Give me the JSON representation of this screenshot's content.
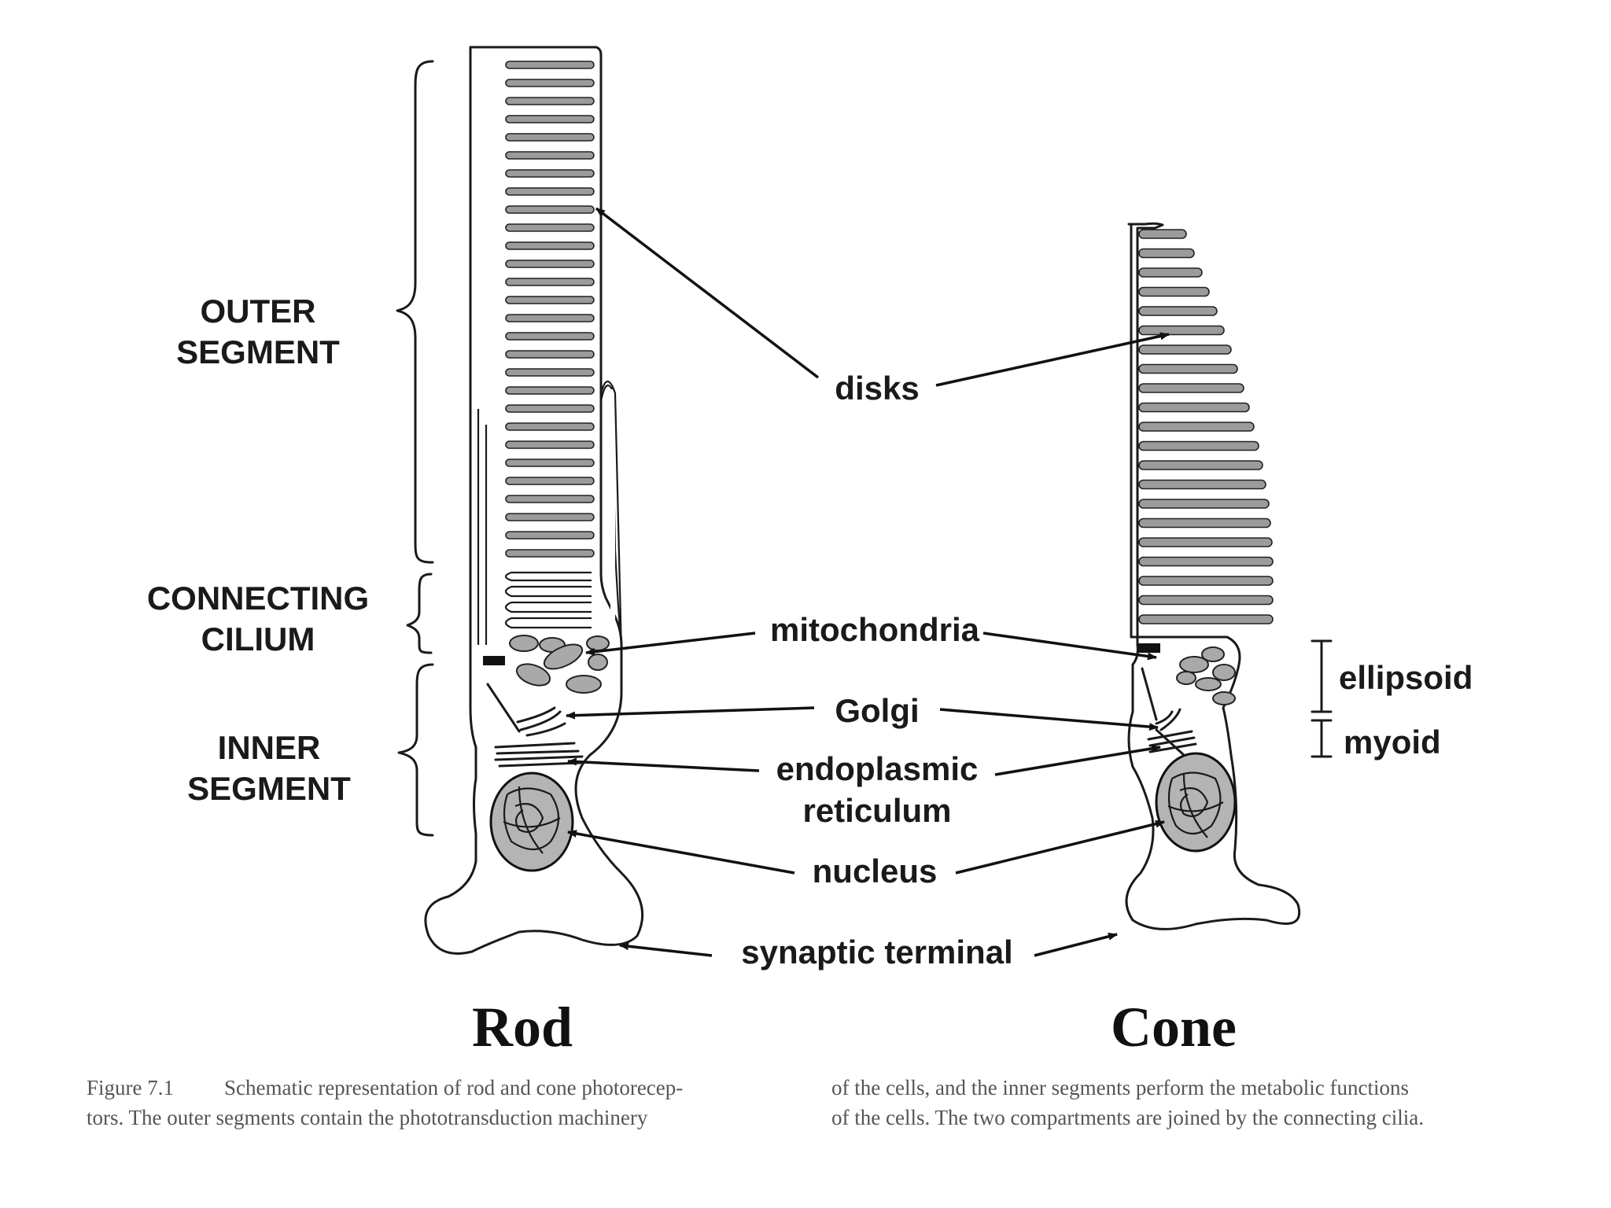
{
  "labels": {
    "outer_segment": [
      "OUTER",
      "SEGMENT"
    ],
    "connecting_cilium": [
      "CONNECTING",
      "CILIUM"
    ],
    "inner_segment": [
      "INNER",
      "SEGMENT"
    ],
    "disks": "disks",
    "mitochondria": "mitochondria",
    "golgi": "Golgi",
    "er": [
      "endoplasmic",
      "reticulum"
    ],
    "nucleus": "nucleus",
    "synaptic_terminal": "synaptic terminal",
    "ellipsoid": "ellipsoid",
    "myoid": "myoid"
  },
  "titles": {
    "rod": "Rod",
    "cone": "Cone"
  },
  "caption": {
    "figure_label": "Figure 7.1",
    "left": [
      "Schematic representation of rod and cone photorecep-",
      "tors. The outer segments contain the phototransduction machinery"
    ],
    "right": [
      "of the cells, and the inner segments perform the metabolic functions",
      "of the cells. The two compartments are joined by the connecting cilia."
    ]
  },
  "colors": {
    "disk_fill": "#9b9b9b",
    "line": "#1a1a1a",
    "caption": "#555555"
  }
}
